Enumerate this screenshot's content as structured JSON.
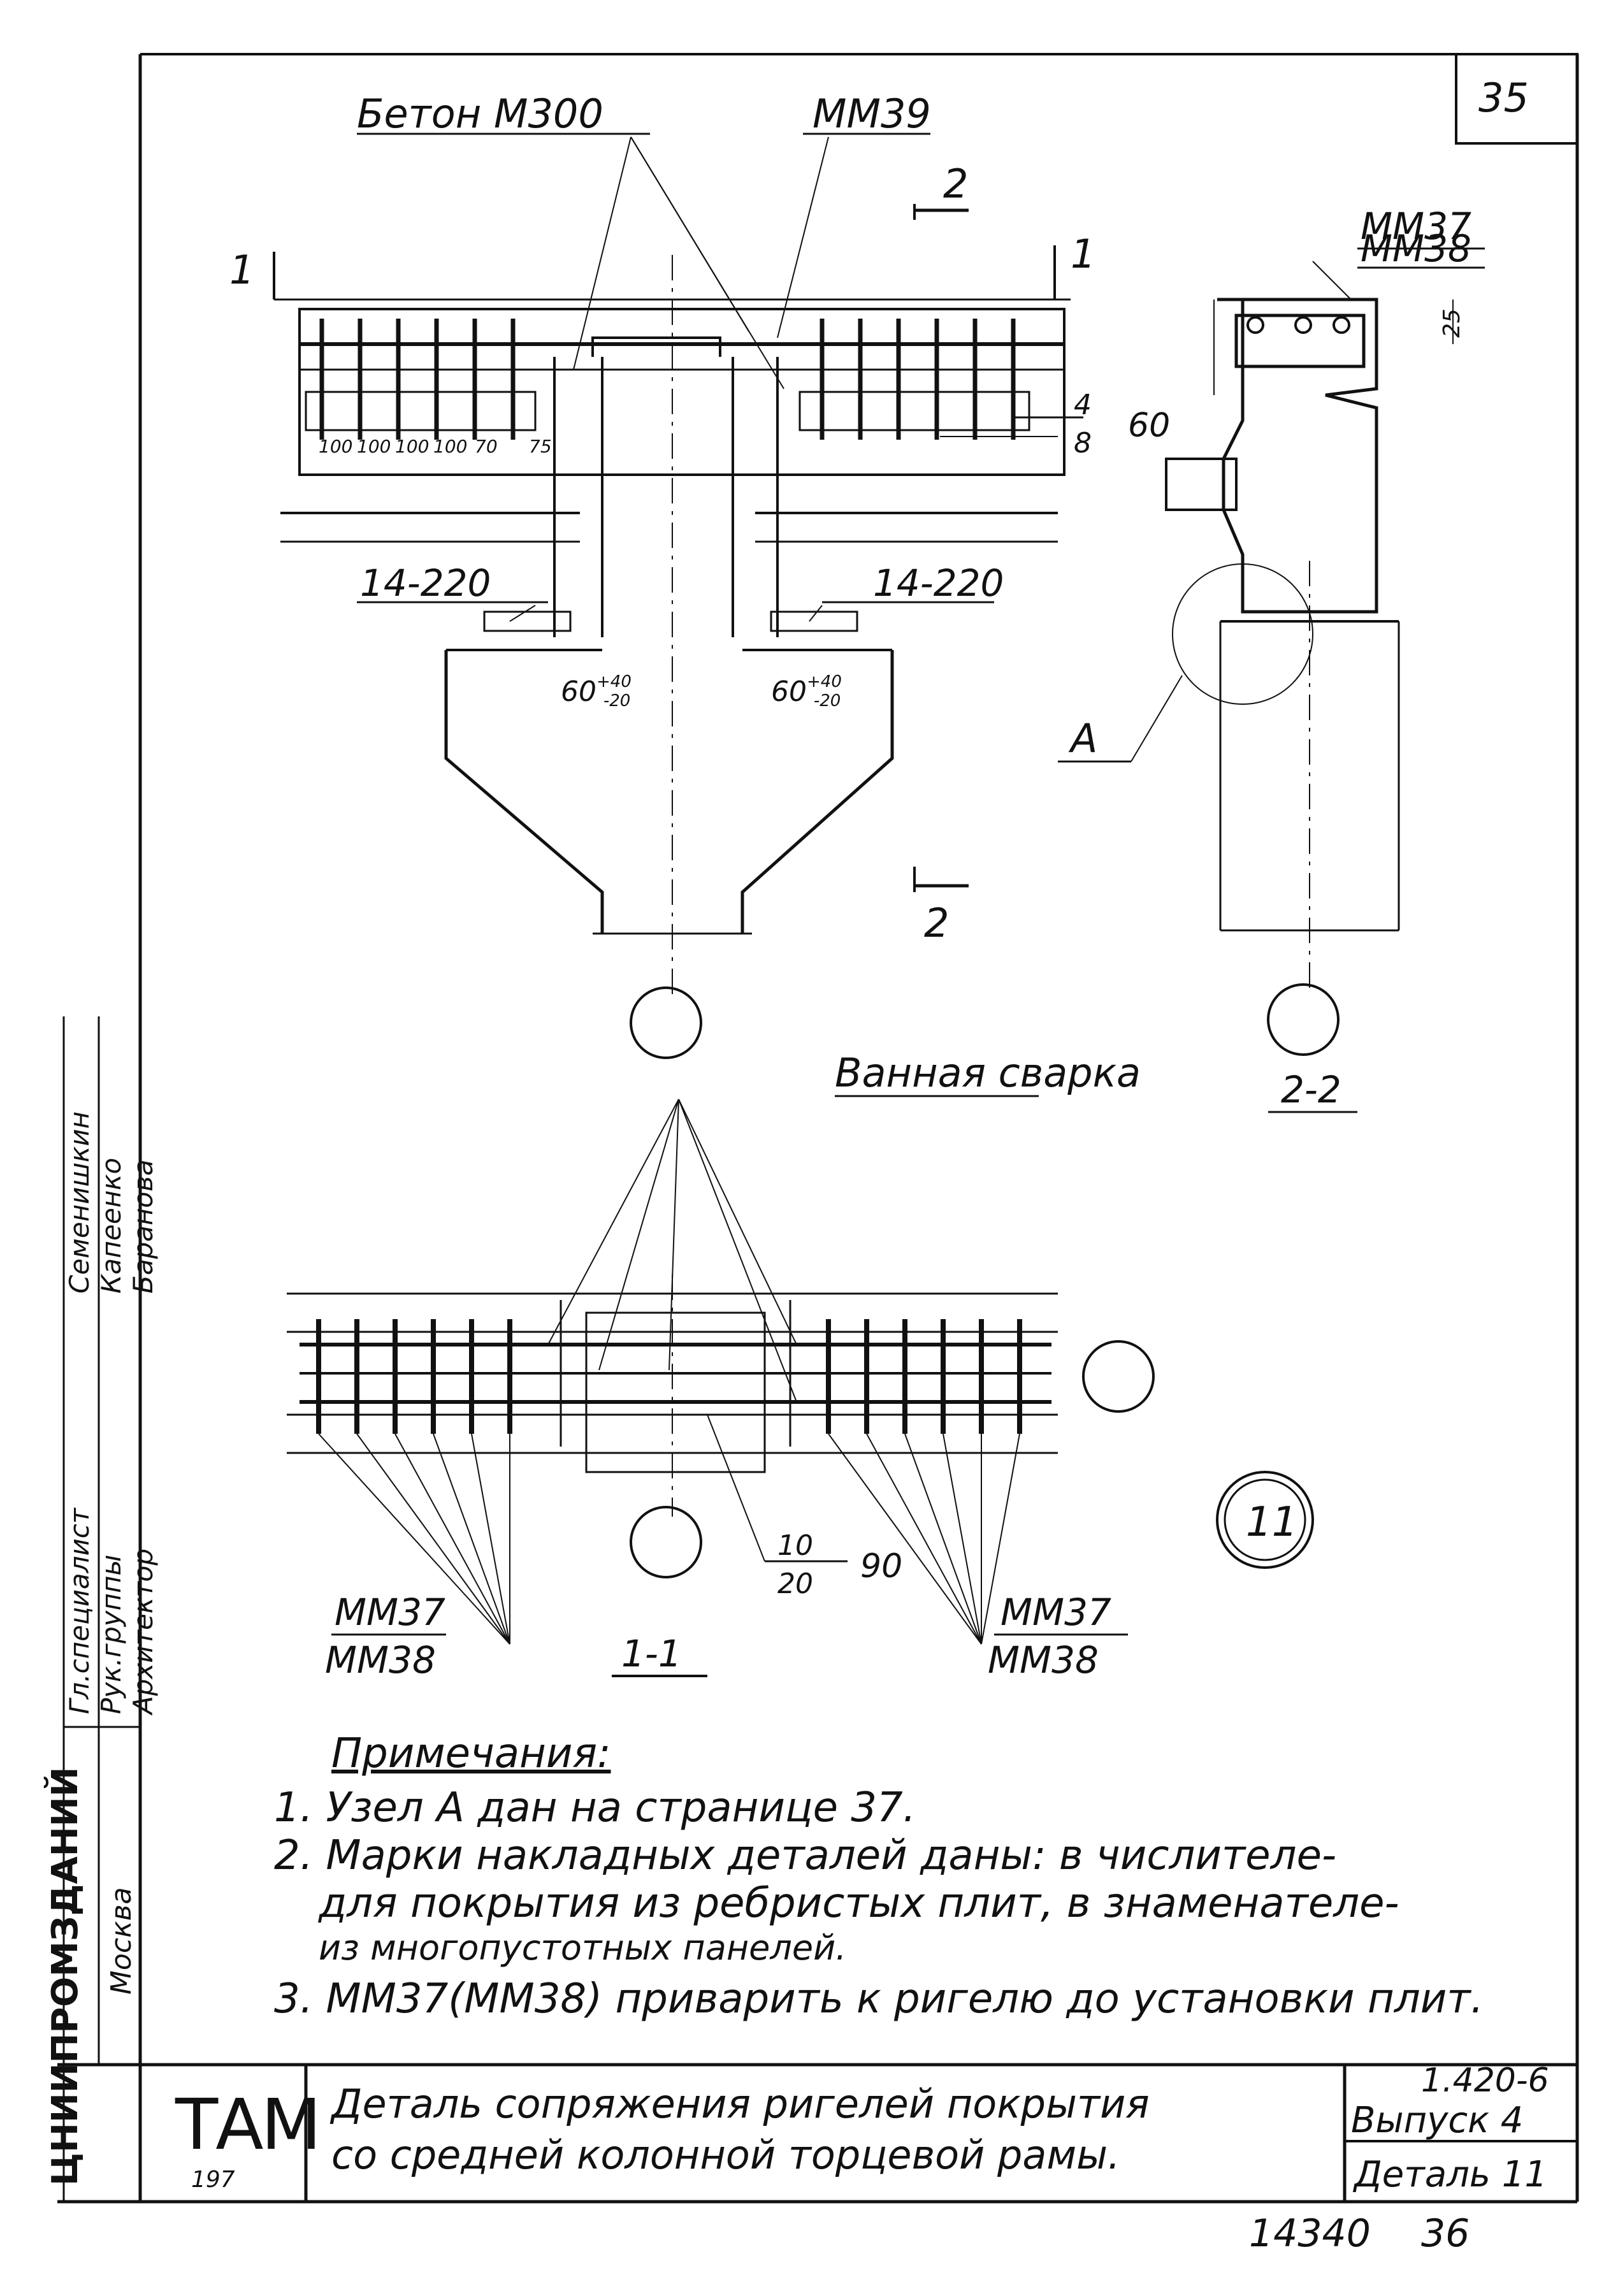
{
  "sheet": {
    "page_number": "35",
    "bottom_numbers": [
      "14340",
      "36"
    ]
  },
  "elevation": {
    "label_concrete": "Бетон М300",
    "label_mm39": "ММ39",
    "section_mark_1": "1",
    "section_mark_2": "2",
    "spacing_labels": [
      "100",
      "100",
      "100",
      "100",
      "70",
      "75"
    ],
    "weld_fraction_top": "4",
    "weld_fraction_bottom": "8",
    "weld_length": "60",
    "weld_left": "14-220",
    "weld_right": "14-220",
    "tolerance_left": "60",
    "tolerance_right": "60",
    "tol_plus": "+40",
    "tol_minus": "-20"
  },
  "section_2_2": {
    "label_top": "ММ37",
    "label_bottom": "ММ38",
    "dim": "25",
    "callout": "А",
    "title": "2-2"
  },
  "section_1_1": {
    "label_bath_weld": "Ванная сварка",
    "label_left_top": "ММ37",
    "label_left_bottom": "ММ38",
    "label_right_top": "ММ37",
    "label_right_bottom": "ММ38",
    "weld_fraction_top": "10",
    "weld_fraction_bottom": "20",
    "weld_length": "90",
    "title": "1-1",
    "detail_number": "11"
  },
  "notes": {
    "heading": "Примечания:",
    "lines": [
      "1. Узел А дан на странице 37.",
      "2. Марки накладных деталей даны: в числителе-",
      "для покрытия из ребристых плит, в знаменателе-",
      "из многопустотных панелей.",
      "3. ММ37(ММ38) приварить к ригелю до установки плит."
    ]
  },
  "title_block": {
    "logo": "ТАМ",
    "year": "197",
    "title_line1": "Деталь сопряжения ригелей покрытия",
    "title_line2": "со средней колонной торцевой рамы.",
    "series": "1.420-6",
    "issue": "Выпуск 4",
    "detail": "Деталь 11"
  },
  "side_stamp": {
    "org": "ЦНИИПРОМЗДАНИЙ",
    "city": "Москва",
    "roles": [
      "Гл.специалист",
      "Рук.группы",
      "Архитектор"
    ],
    "names": [
      "Семенишкин",
      "Капеенко",
      "Баранова"
    ]
  }
}
